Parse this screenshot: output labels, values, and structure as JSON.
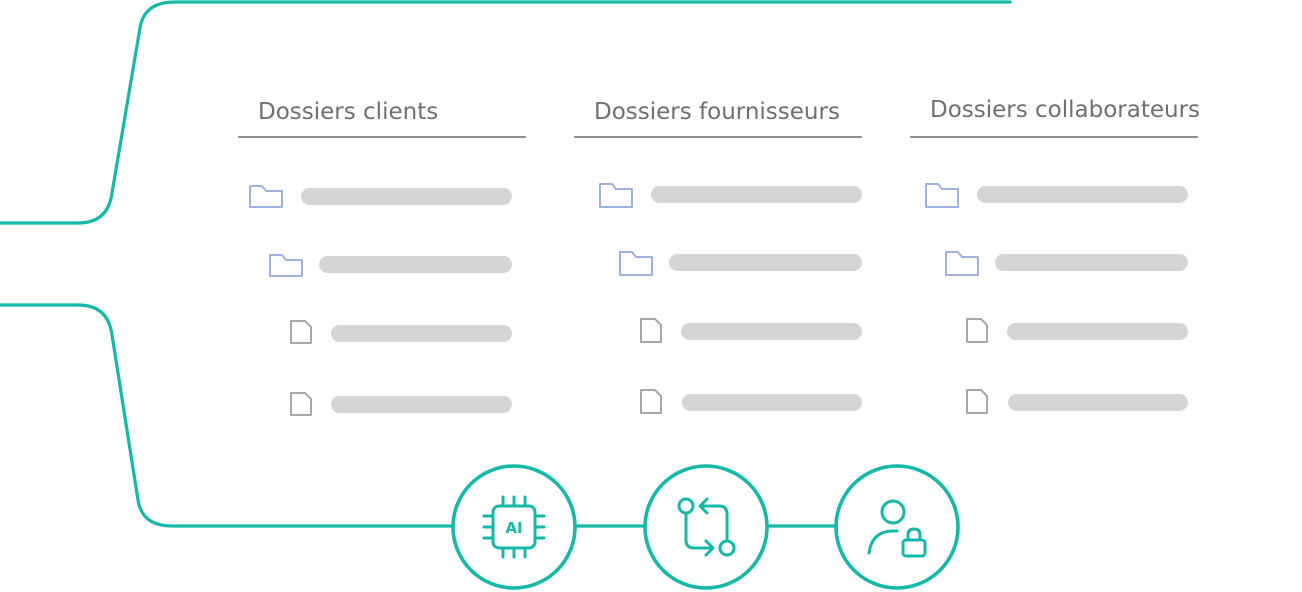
{
  "columns": [
    {
      "title": "Dossiers clients",
      "rows": [
        {
          "icon": "folder-icon"
        },
        {
          "icon": "folder-icon"
        },
        {
          "icon": "file-icon"
        },
        {
          "icon": "file-icon"
        }
      ]
    },
    {
      "title": "Dossiers fournisseurs",
      "rows": [
        {
          "icon": "folder-icon"
        },
        {
          "icon": "folder-icon"
        },
        {
          "icon": "file-icon"
        },
        {
          "icon": "file-icon"
        }
      ]
    },
    {
      "title": "Dossiers collaborateurs",
      "rows": [
        {
          "icon": "folder-icon"
        },
        {
          "icon": "folder-icon"
        },
        {
          "icon": "file-icon"
        },
        {
          "icon": "file-icon"
        }
      ]
    }
  ],
  "badges": [
    {
      "icon": "ai-chip-icon",
      "text": "AI"
    },
    {
      "icon": "workflow-icon"
    },
    {
      "icon": "user-lock-icon"
    }
  ],
  "colors": {
    "accent": "#16b8a8",
    "title_text": "#6f6f74",
    "placeholder": "#d7d4d6",
    "folder": "#9db2dc",
    "file": "#a9a7ac"
  }
}
